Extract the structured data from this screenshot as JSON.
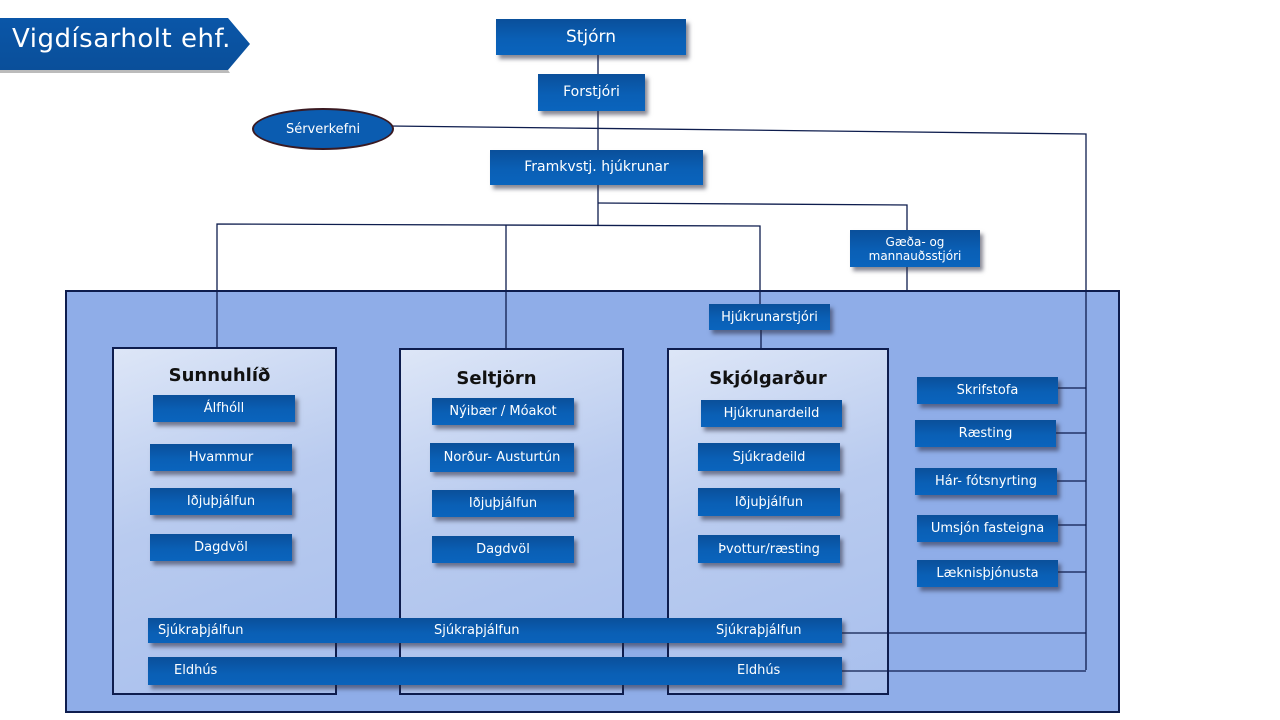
{
  "title": "Vigdísarholt ehf.",
  "top": {
    "board": "Stjórn",
    "ceo": "Forstjóri",
    "special": "Sérverkefni",
    "nursing_director": "Framkvstj. hjúkrunar",
    "quality_hr": "Gæða- og mannauðsstjóri",
    "head_nurse": "Hjúkrunarstjóri"
  },
  "sites": [
    {
      "name": "Sunnuhlíð",
      "units": [
        "Álfhóll",
        "Hvammur",
        "Iðjuþjálfun",
        "Dagdvöl"
      ]
    },
    {
      "name": "Seltjörn",
      "units": [
        "Nýibær / Móakot",
        "Norður- Austurtún",
        "Iðjuþjálfun",
        "Dagdvöl"
      ]
    },
    {
      "name": "Skjólgarður",
      "units": [
        "Hjúkrunardeild",
        "Sjúkradeild",
        "Iðjuþjálfun",
        "Þvottur/ræsting"
      ]
    }
  ],
  "shared_services": [
    "Skrifstofa",
    "Ræsting",
    "Hár- fótsnyrting",
    "Umsjón fasteigna",
    "Læknisþjónusta"
  ],
  "cross_bars": {
    "physio": [
      "Sjúkraþjálfun",
      "Sjúkraþjálfun",
      "Sjúkraþjálfun"
    ],
    "kitchen": [
      "Eldhús",
      "Eldhús"
    ]
  },
  "colors": {
    "box": "#0a5fb5",
    "panel": "#8fade8",
    "line": "#0e1d4e"
  }
}
